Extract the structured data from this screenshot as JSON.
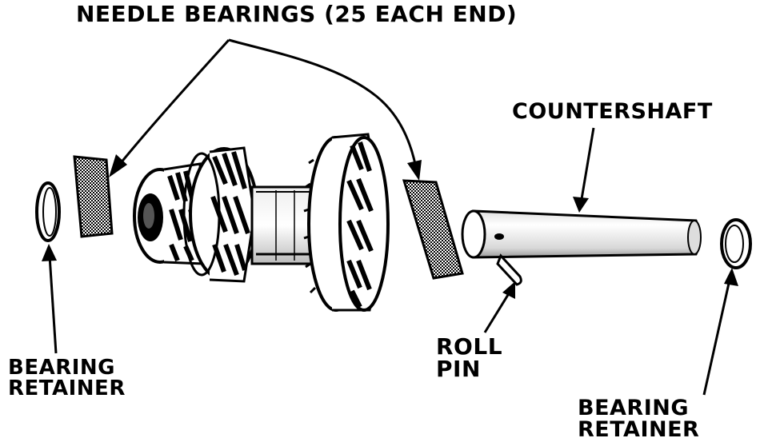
{
  "labels": {
    "needle_bearings": "NEEDLE BEARINGS (25 EACH END)",
    "countershaft": "COUNTERSHAFT",
    "roll_pin_line1": "ROLL",
    "roll_pin_line2": "PIN",
    "bearing_retainer_left_line1": "BEARING",
    "bearing_retainer_left_line2": "RETAINER",
    "bearing_retainer_right_line1": "BEARING",
    "bearing_retainer_right_line2": "RETAINER"
  },
  "colors": {
    "ink": "#000000",
    "paper": "#ffffff",
    "shade": "#cfcfcf"
  }
}
